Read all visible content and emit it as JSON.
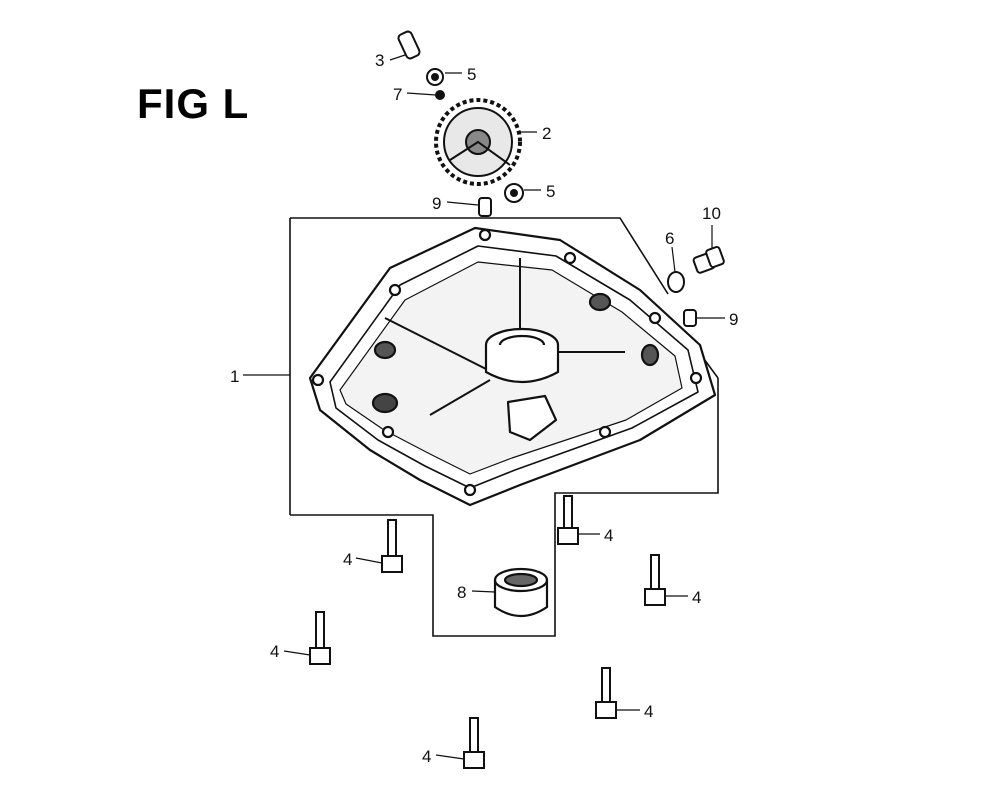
{
  "figure": {
    "title": "FIG L"
  },
  "callouts": [
    {
      "id": "c3",
      "label": "3"
    },
    {
      "id": "c5a",
      "label": "5"
    },
    {
      "id": "c7",
      "label": "7"
    },
    {
      "id": "c2",
      "label": "2"
    },
    {
      "id": "c5b",
      "label": "5"
    },
    {
      "id": "c9a",
      "label": "9"
    },
    {
      "id": "c10",
      "label": "10"
    },
    {
      "id": "c6",
      "label": "6"
    },
    {
      "id": "c9b",
      "label": "9"
    },
    {
      "id": "c1",
      "label": "1"
    },
    {
      "id": "c4a",
      "label": "4"
    },
    {
      "id": "c4b",
      "label": "4"
    },
    {
      "id": "c8",
      "label": "8"
    },
    {
      "id": "c4c",
      "label": "4"
    },
    {
      "id": "c4d",
      "label": "4"
    },
    {
      "id": "c4e",
      "label": "4"
    },
    {
      "id": "c4f",
      "label": "4"
    }
  ],
  "parts": {
    "crankcase_cover": "crankcase-cover",
    "gear": "governor-gear",
    "seal": "oil-seal",
    "flange_bolts": "flange-bolt",
    "drain_plug": "drain-plug"
  }
}
